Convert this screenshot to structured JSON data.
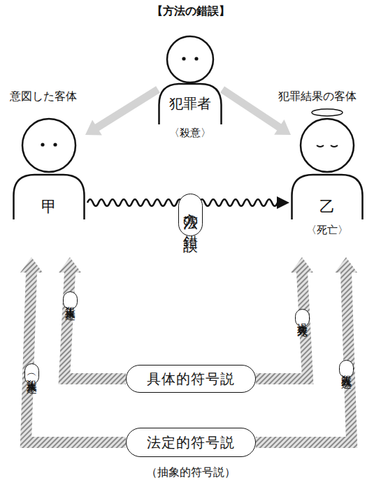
{
  "diagram": {
    "title": "【方法の錯誤】",
    "caption": "（抽象的符号説）",
    "nodes": [
      {
        "text": [
          "犯罪者",
          "〈殺意〉"
        ]
      },
      {
        "text": [
          "甲"
        ]
      },
      {
        "text": [
          "乙",
          "〈死亡〉"
        ]
      },
      {
        "text": [
          "具体的符号説"
        ]
      },
      {
        "text": [
          "法定的符号説"
        ]
      }
    ],
    "edges": [
      {
        "from": 0,
        "to": 1,
        "arrow": "to"
      },
      {
        "from": 0,
        "to": 2,
        "arrow": "to"
      },
      {
        "from": 1,
        "to": 2,
        "arrow": "to",
        "label": "方法の錯誤"
      },
      {
        "from": 3,
        "to": 1,
        "arrow": "to",
        "label": "殺人未遂"
      },
      {
        "from": 3,
        "to": 2,
        "arrow": "to",
        "label": "過失致死"
      },
      {
        "from": 4,
        "to": 1,
        "arrow": "to",
        "label": "（殺人未遂）"
      },
      {
        "from": 4,
        "to": 2,
        "arrow": "to",
        "label": "殺人既遂"
      }
    ],
    "labels": [
      "意図した客体",
      "犯罪結果の客体"
    ]
  }
}
